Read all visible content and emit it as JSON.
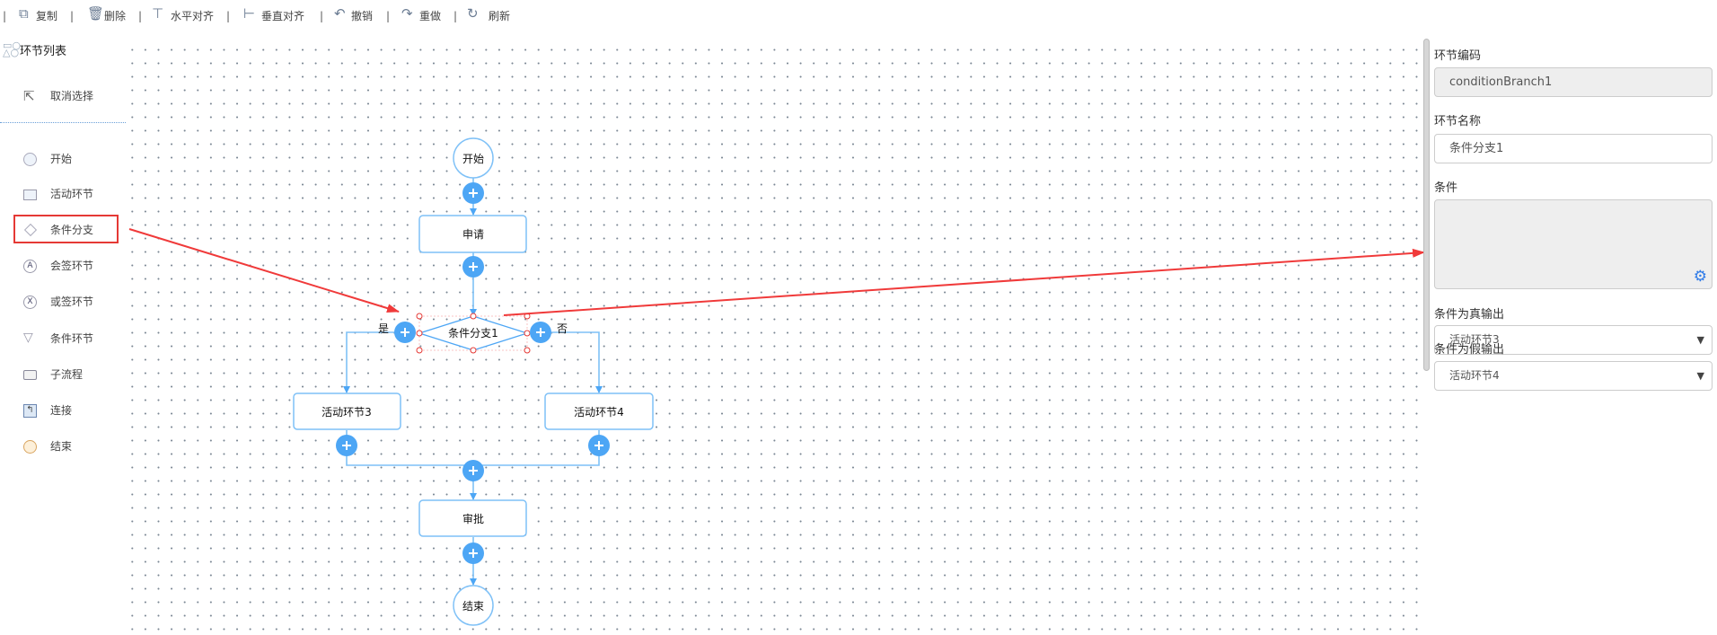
{
  "toolbar": {
    "separator": "|",
    "copy": "复制",
    "delete": "删除",
    "align_horizontal": "水平对齐",
    "align_vertical": "垂直对齐",
    "undo": "撤销",
    "redo": "重做",
    "refresh": "刷新"
  },
  "sidebar": {
    "title": "环节列表",
    "cancel_select": "取消选择",
    "items": [
      {
        "label": "开始",
        "icon": "start-circle-icon"
      },
      {
        "label": "活动环节",
        "icon": "activity-rect-icon"
      },
      {
        "label": "条件分支",
        "icon": "diamond-icon"
      },
      {
        "label": "会签环节",
        "icon": "countersign-icon"
      },
      {
        "label": "或签环节",
        "icon": "or-sign-icon"
      },
      {
        "label": "条件环节",
        "icon": "triangle-icon"
      },
      {
        "label": "子流程",
        "icon": "subprocess-icon"
      },
      {
        "label": "连接",
        "icon": "connect-icon"
      },
      {
        "label": "结束",
        "icon": "end-circle-icon"
      }
    ]
  },
  "flow": {
    "start": "开始",
    "apply": "申请",
    "branch": "条件分支1",
    "yes": "是",
    "no": "否",
    "activity3": "活动环节3",
    "activity4": "活动环节4",
    "approve": "审批",
    "end": "结束"
  },
  "panel": {
    "code_label": "环节编码",
    "code_value": "conditionBranch1",
    "name_label": "环节名称",
    "name_value": "条件分支1",
    "condition_label": "条件",
    "true_label": "条件为真输出",
    "true_value": "活动环节3",
    "false_label": "条件为假输出",
    "false_value": "活动环节4"
  },
  "colors": {
    "accent": "#4da6f5",
    "annotation": "#f03a3a",
    "gear": "#2f7be8"
  }
}
